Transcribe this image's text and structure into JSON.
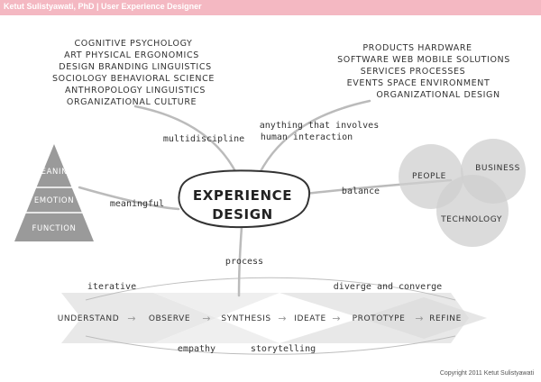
{
  "header": {
    "title": "Ketut Sulistyawati, PhD | User Experience Designer"
  },
  "center": {
    "line1": "EXPERIENCE",
    "line2": "DESIGN"
  },
  "disciplines": {
    "lines": [
      "COGNITIVE PSYCHOLOGY",
      "ART    PHYSICAL ERGONOMICS",
      "DESIGN   BRANDING   LINGUISTICS",
      "SOCIOLOGY   BEHAVIORAL SCIENCE",
      "ANTHROPOLOGY   LINGUISTICS",
      "ORGANIZATIONAL CULTURE"
    ],
    "branch_label": "multidiscipline"
  },
  "interactions": {
    "lines": [
      "PRODUCTS    HARDWARE",
      "SOFTWARE   WEB   MOBILE SOLUTIONS",
      "SERVICES    PROCESSES",
      "EVENTS   SPACE   ENVIRONMENT",
      "ORGANIZATIONAL DESIGN"
    ],
    "branch_label_line1": "anything that involves",
    "branch_label_line2": "human interaction"
  },
  "pyramid": {
    "levels": [
      "MEANING",
      "EMOTION",
      "FUNCTION"
    ],
    "branch_label": "meaningful"
  },
  "venn": {
    "circles": [
      "PEOPLE",
      "BUSINESS",
      "TECHNOLOGY"
    ],
    "branch_label": "balance"
  },
  "process": {
    "branch_label": "process",
    "steps": [
      "UNDERSTAND",
      "OBSERVE",
      "SYNTHESIS",
      "IDEATE",
      "PROTOTYPE",
      "REFINE"
    ],
    "arrow": "→",
    "annotations": {
      "iterative": "iterative",
      "diverge": "diverge and converge",
      "empathy": "empathy",
      "storytelling": "storytelling"
    }
  },
  "footer": {
    "copyright": "Copyright 2011 Ketut Sulistyawati"
  },
  "colors": {
    "header": "#f4b8c2",
    "pyramid": "#9a9a9a",
    "venn": "#cfcfcf",
    "band": "#e6e6e6"
  }
}
